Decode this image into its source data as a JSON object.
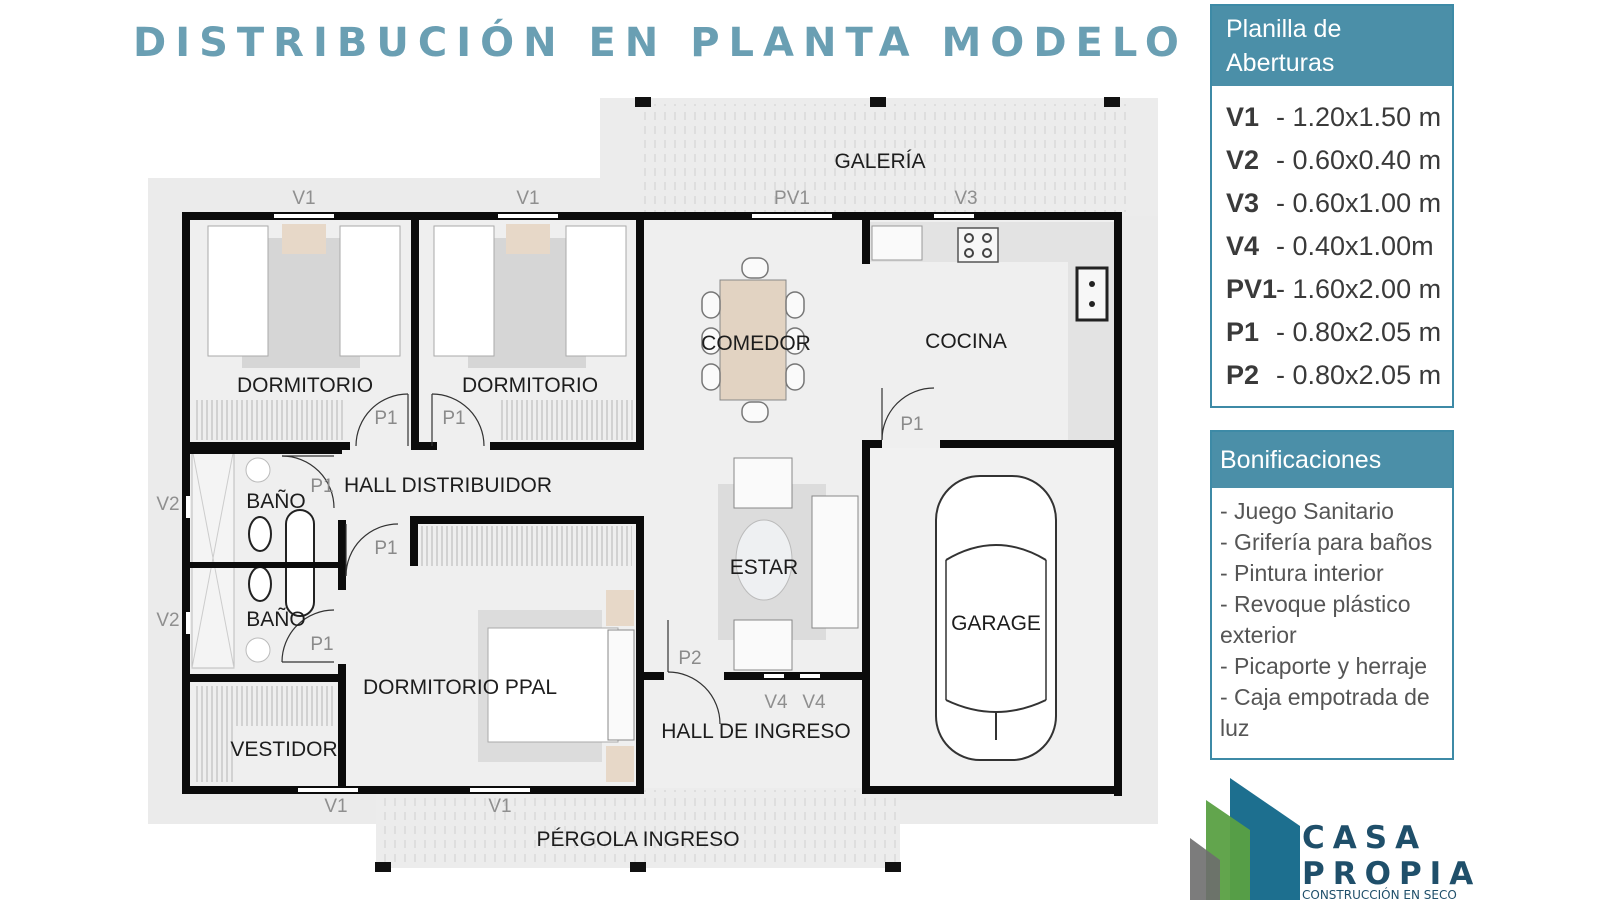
{
  "title": "DISTRIBUCIÓN EN PLANTA MODELO",
  "rooms": {
    "galeria": "GALERÍA",
    "dormitorio_1": "DORMITORIO",
    "dormitorio_2": "DORMITORIO",
    "comedor": "COMEDOR",
    "cocina": "COCINA",
    "hall_distribuidor": "HALL DISTRIBUIDOR",
    "bano_1": "BAÑO",
    "bano_2": "BAÑO",
    "estar": "ESTAR",
    "garage": "GARAGE",
    "dormitorio_ppal": "DORMITORIO PPAL",
    "vestidor": "VESTIDOR",
    "hall_ingreso": "HALL DE INGRESO",
    "pergola": "PÉRGOLA INGRESO"
  },
  "openings": {
    "v1": "V1",
    "v2": "V2",
    "v3": "V3",
    "v4": "V4",
    "pv1": "PV1",
    "p1": "P1",
    "p2": "P2"
  },
  "aberturas": {
    "title": "Planilla de Aberturas",
    "items": [
      {
        "code": "V1",
        "value": "- 1.20x1.50 m"
      },
      {
        "code": "V2",
        "value": "- 0.60x0.40 m"
      },
      {
        "code": "V3",
        "value": "- 0.60x1.00 m"
      },
      {
        "code": "V4",
        "value": "- 0.40x1.00m"
      },
      {
        "code": "PV1",
        "value": "- 1.60x2.00 m"
      },
      {
        "code": "P1",
        "value": "- 0.80x2.05 m"
      },
      {
        "code": "P2",
        "value": "- 0.80x2.05 m"
      }
    ]
  },
  "bonificaciones": {
    "title": "Bonificaciones",
    "items": [
      "- Juego Sanitario",
      "- Grifería para baños",
      "- Pintura interior",
      "- Revoque plástico exterior",
      "- Picaporte y herraje",
      "- Caja empotrada de luz"
    ]
  },
  "logo": {
    "line1": "CASA",
    "line2": "PROPIA",
    "line3": "CONSTRUCCIÓN EN SECO"
  },
  "colors": {
    "accent": "#4b8fa8",
    "title": "#6a9fb3",
    "wall": "#0b0b0b",
    "floor": "#efefef"
  }
}
